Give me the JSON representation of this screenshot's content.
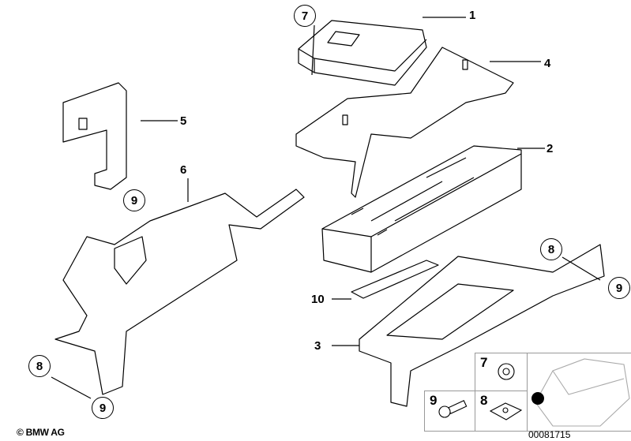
{
  "callouts": {
    "c7": "7",
    "c9a": "9",
    "c8a": "8",
    "c9b": "9",
    "c8b": "8",
    "c9c": "9"
  },
  "labels": {
    "l1": "1",
    "l4": "4",
    "l5": "5",
    "l6": "6",
    "l2": "2",
    "l10": "10",
    "l3": "3"
  },
  "parts_table": {
    "nut_label": "7",
    "bolt_label": "9",
    "clip_label": "8"
  },
  "footer": {
    "copyright": "© BMW AG",
    "diagram_number": "00081715"
  },
  "colors": {
    "line": "#000000",
    "box_border": "#999999",
    "marker": "#000000"
  }
}
